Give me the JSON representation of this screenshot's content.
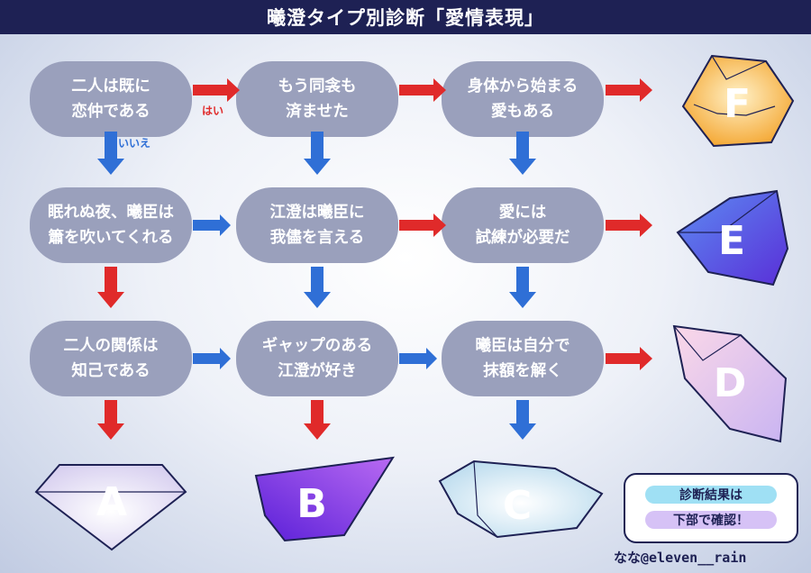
{
  "title": "曦澄タイプ別診断「愛情表現」",
  "nodes": {
    "r1c1": "二人は既に\n恋仲である",
    "r1c2": "もう同衾も\n済ませた",
    "r1c3": "身体から始まる\n愛もある",
    "r2c1": "眠れぬ夜、曦臣は\n簫を吹いてくれる",
    "r2c2": "江澄は曦臣に\n我儘を言える",
    "r2c3": "愛には\n試練が必要だ",
    "r3c1": "二人の関係は\n知己である",
    "r3c2": "ギャップのある\n江澄が好き",
    "r3c3": "曦臣は自分で\n抹額を解く"
  },
  "labels": {
    "yes": "はい",
    "no": "いいえ"
  },
  "results": {
    "a": "A",
    "b": "B",
    "c": "C",
    "d": "D",
    "e": "E",
    "f": "F"
  },
  "result_box": {
    "line1": "診断結果は",
    "line2": "下部で確認！"
  },
  "credit": "なな@eleven__rain",
  "colors": {
    "title_bg": "#1e2154",
    "node": "#9aa0bc",
    "yes_arrow": "#e02a2a",
    "no_arrow": "#2f6fd6",
    "gem_f": "#f4a630",
    "gem_e": "#4f5ae0",
    "gem_d": "#f2b8d8",
    "gem_a": "#e2dcf4",
    "gem_b": "#7a3cf0",
    "gem_c": "#cbe6f4"
  }
}
